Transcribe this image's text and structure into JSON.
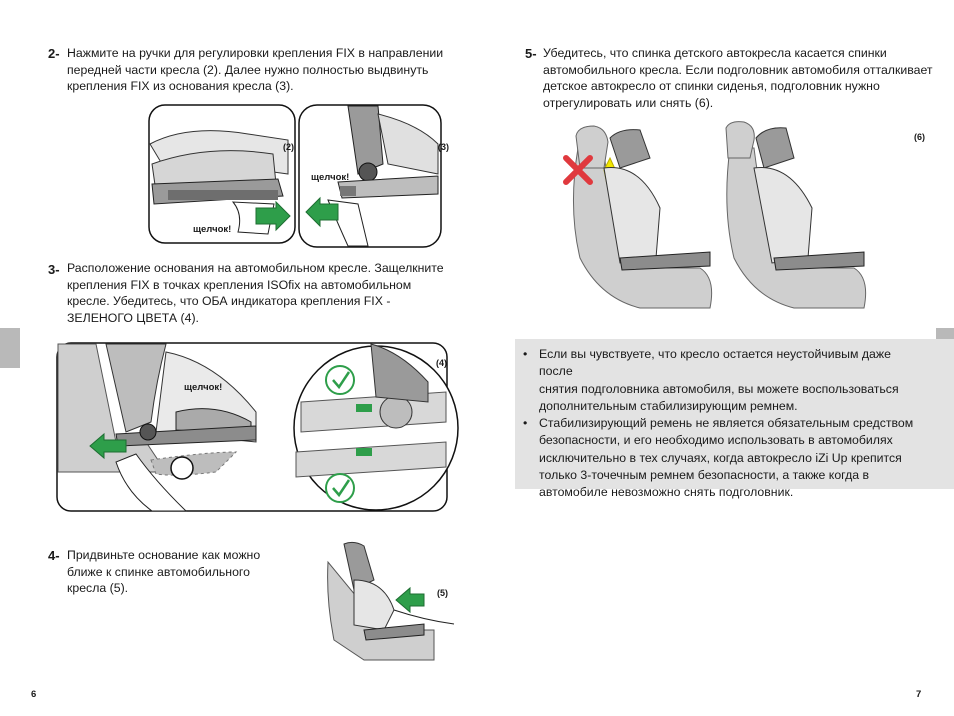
{
  "page_left": {
    "page_number": "6",
    "steps": [
      {
        "num": "2-",
        "text": "Нажмите на ручки для регулировки крепления FIX в направлении\nпередней части кресла (2). Далее нужно полностью выдвинуть\nкрепления FIX из основания кресла (3)."
      },
      {
        "num": "3-",
        "text": "Расположение основания на автомобильном кресле. Защелкните\nкрепления FIX в точках крепления ISOfix на автомобильном\nкресле. Убедитесь, что ОБА индикатора крепления FIX -\nЗЕЛЕНОГО ЦВЕТА (4)."
      },
      {
        "num": "4-",
        "text": "Придвиньте основание как можно\nближе к спинке автомобильного\nкресла (5)."
      }
    ],
    "figures": {
      "fig2_label": "(2)",
      "fig2_click": "щелчок!",
      "fig3_label": "(3)",
      "fig3_click": "щелчок!",
      "fig4_label": "(4)",
      "fig4_click": "щелчок!",
      "fig5_label": "(5)"
    }
  },
  "page_right": {
    "page_number": "7",
    "steps": [
      {
        "num": "5-",
        "text": "Убедитесь, что спинка детского автокресла касается спинки\nавтомобильного кресла. Если подголовник автомобиля отталкивает\nдетское автокресло от спинки сиденья, подголовник нужно\nотрегулировать или снять (6)."
      }
    ],
    "figures": {
      "fig6_label": "(6)"
    },
    "notes": [
      "Если вы чувствуете, что кресло остается неустойчивым даже после\nснятия подголовника автомобиля, вы можете воспользоваться\nдополнительным стабилизирующим ремнем.",
      "Стабилизирующий ремень не является обязательным средством\nбезопасности, и его необходимо использовать в автомобилях\nисключительно в тех случаях, когда автокресло iZi Up крепится\nтолько 3-точечным ремнем безопасности, а также когда в\nавтомобиле невозможно снять подголовник."
    ],
    "bullet_symbol": "•"
  },
  "colors": {
    "green_indicator": "#2e9e4a",
    "red_cross": "#e0393e",
    "yellow_gap": "#f2e600",
    "seat_gray": "#cfcfcf",
    "note_bg": "#e3e3e3",
    "side_tab": "#b9b9b9"
  }
}
